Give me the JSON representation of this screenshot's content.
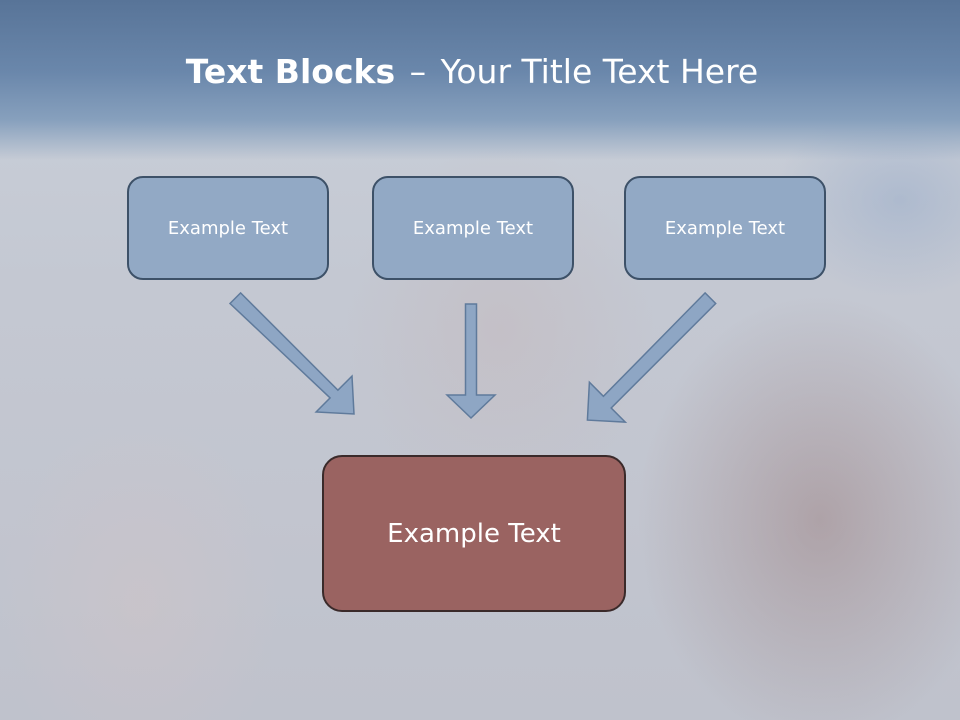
{
  "title": {
    "bold": "Text Blocks",
    "separator": "–",
    "rest": "Your Title Text Here"
  },
  "boxes": [
    {
      "label": "Example Text"
    },
    {
      "label": "Example Text"
    },
    {
      "label": "Example Text"
    }
  ],
  "target_box": {
    "label": "Example Text"
  },
  "colors": {
    "header_band": "#6a87ab",
    "box_fill": "#92a9c5",
    "box_border": "#3d5168",
    "target_fill": "#9a6361",
    "target_border": "#3a2a2a",
    "arrow_fill": "#8ea6c4",
    "arrow_stroke": "#5f7a9b"
  }
}
